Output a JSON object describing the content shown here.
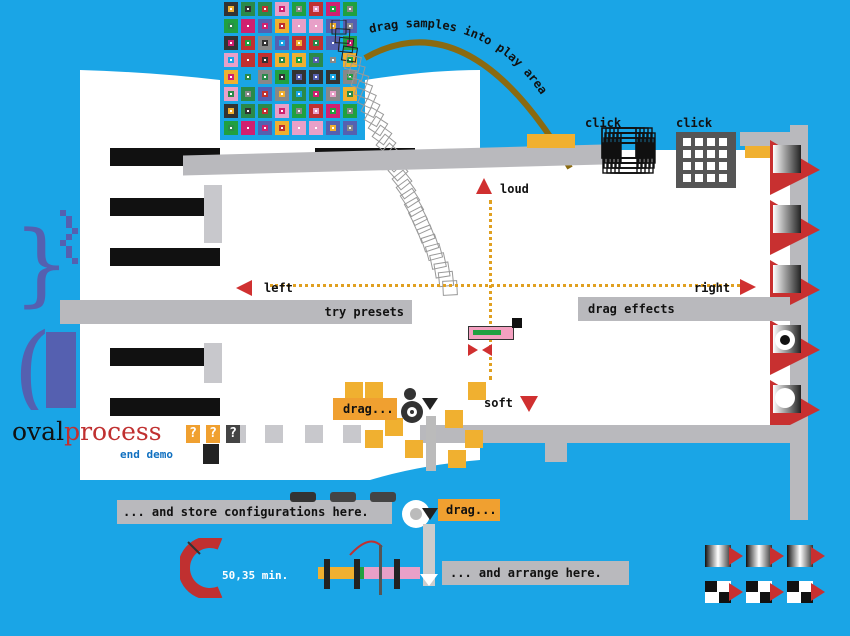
{
  "drag_hint": "drag samples into play area",
  "click_left": "click",
  "click_right": "click",
  "loud": "loud",
  "soft": "soft",
  "left": "left",
  "right": "right",
  "try_presets": "try presets",
  "drag_effects": "drag effects",
  "drag1": "drag...",
  "drag2": "drag...",
  "store": "... and store configurations here.",
  "arrange": "... and arrange here.",
  "brand_oval": "oval",
  "brand_process": "process",
  "q_marks": [
    "?",
    "?",
    "?"
  ],
  "end_demo": "end demo",
  "duration": "50,35 min.",
  "colors": {
    "background": "#1aa5e6",
    "panel_gray": "#b9b9bd",
    "accent_orange": "#f0b030",
    "accent_red": "#d03030",
    "accent_purple": "#5560b0"
  }
}
